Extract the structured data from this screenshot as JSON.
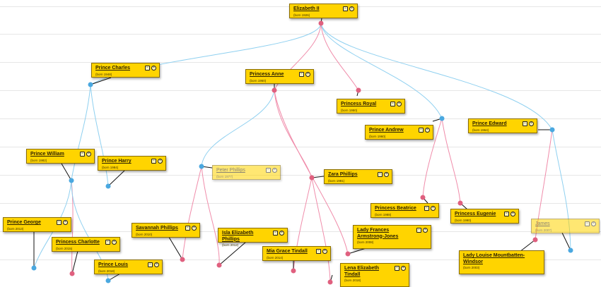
{
  "nodes": [
    {
      "id": "elizabeth",
      "name": "Elizabeth II",
      "born": "(born 1926)"
    },
    {
      "id": "charles",
      "name": "Prince Charles",
      "born": "(born 1948)"
    },
    {
      "id": "anne",
      "name": "Princess Anne",
      "born": "(born 1950)"
    },
    {
      "id": "royal",
      "name": "Princess Royal",
      "born": "(born 1950)"
    },
    {
      "id": "andrew",
      "name": "Prince Andrew",
      "born": "(born 1960)"
    },
    {
      "id": "edward",
      "name": "Prince Edward",
      "born": "(born 1964)"
    },
    {
      "id": "william",
      "name": "Prince William",
      "born": "(born 1982)"
    },
    {
      "id": "harry",
      "name": "Prince Harry",
      "born": "(born 1984)"
    },
    {
      "id": "peter",
      "name": "Peter Phillips",
      "born": "(born 1977)"
    },
    {
      "id": "zara",
      "name": "Zara Phillips",
      "born": "(born 1981)"
    },
    {
      "id": "beatrice",
      "name": "Princess Beatrice",
      "born": "(born 1988)"
    },
    {
      "id": "eugenie",
      "name": "Princess Eugenie",
      "born": "(born 1990)"
    },
    {
      "id": "george",
      "name": "Prince George",
      "born": "(born 2013)"
    },
    {
      "id": "charlotte",
      "name": "Princess Charlotte",
      "born": "(born 2015)"
    },
    {
      "id": "louis",
      "name": "Prince Louis",
      "born": "(born 2018)"
    },
    {
      "id": "savannah",
      "name": "Savannah Phillips",
      "born": "(born 2010)"
    },
    {
      "id": "isla",
      "name": "Isla Elizabeth Phillips",
      "born": "(born 2012)"
    },
    {
      "id": "mia",
      "name": "Mia Grace Tindall",
      "born": "(born 2014)"
    },
    {
      "id": "lena",
      "name": "Lena Elizabeth Tindall",
      "born": "(born 2018)"
    },
    {
      "id": "frances",
      "name": "Lady Frances Armstrong-Jones",
      "born": "(born 2008)"
    },
    {
      "id": "james",
      "name": "James",
      "born": "(born 2007)"
    },
    {
      "id": "louise",
      "name": "Lady Louise Mountbatten-Windsor",
      "born": "(born 2003)"
    }
  ],
  "icons": {
    "collapse": "collapse-icon",
    "close": "close-icon"
  },
  "colors": {
    "card": "#ffd400",
    "card_border": "#8a6d00",
    "male_link": "#8fd0f0",
    "female_link": "#f08caa",
    "male_dot": "#4aa8e0",
    "female_dot": "#e0607f"
  }
}
